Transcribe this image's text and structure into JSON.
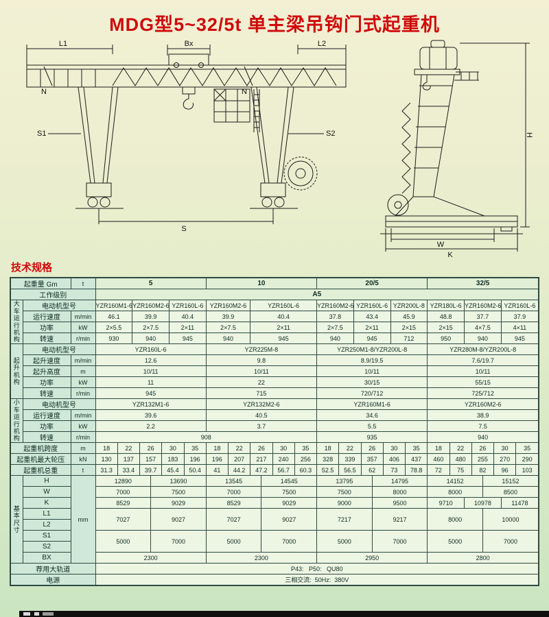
{
  "page": {
    "title": "MDG型5~32/5t 单主梁吊钩门式起重机",
    "section_title": "技术规格"
  },
  "drawing": {
    "labels": {
      "l1": "L1",
      "bx": "Bx",
      "l2": "L2",
      "n": "N",
      "s1": "S1",
      "s2": "S2",
      "s": "S",
      "h": "H",
      "w": "W",
      "k": "K"
    }
  },
  "table": {
    "left_col_widths": [
      18,
      70,
      36
    ],
    "unit_columns": 120,
    "rows": [
      [
        {
          "t": "起重量 Gm",
          "c": 2,
          "k": "l"
        },
        {
          "t": "t",
          "k": "u"
        },
        {
          "t": "5",
          "c": 30,
          "k": "h"
        },
        {
          "t": "10",
          "c": 30,
          "k": "h"
        },
        {
          "t": "20/5",
          "c": 30,
          "k": "h"
        },
        {
          "t": "32/5",
          "c": 30,
          "k": "h"
        }
      ],
      [
        {
          "t": "工作级别",
          "c": 3,
          "k": "l"
        },
        {
          "t": "A5",
          "c": 120,
          "k": "h"
        }
      ],
      [
        {
          "t": "大车运行机构",
          "r": 4,
          "k": "g"
        },
        {
          "t": "电动机型号",
          "c": 2,
          "k": "l"
        },
        {
          "t": "YZR160M1-6",
          "c": 10
        },
        {
          "t": "YZR160M2-6",
          "c": 10
        },
        {
          "t": "YZR160L-6",
          "c": 10
        },
        {
          "t": "YZR160M2-6",
          "c": 12
        },
        {
          "t": "YZR160L-6",
          "c": 18
        },
        {
          "t": "YZR160M2-6",
          "c": 10
        },
        {
          "t": "YZR160L-6",
          "c": 10
        },
        {
          "t": "YZR200L-8",
          "c": 10
        },
        {
          "t": "YZR180L-6",
          "c": 10
        },
        {
          "t": "YZR160M2-6",
          "c": 10
        },
        {
          "t": "YZR160L-6",
          "c": 10
        }
      ],
      [
        {
          "t": "运行速度",
          "k": "l"
        },
        {
          "t": "m/min",
          "k": "u"
        },
        {
          "t": "46.1",
          "c": 10
        },
        {
          "t": "39.9",
          "c": 10
        },
        {
          "t": "40.4",
          "c": 10
        },
        {
          "t": "39.9",
          "c": 12
        },
        {
          "t": "40.4",
          "c": 18
        },
        {
          "t": "37.8",
          "c": 10
        },
        {
          "t": "43.4",
          "c": 10
        },
        {
          "t": "45.9",
          "c": 10
        },
        {
          "t": "48.8",
          "c": 10
        },
        {
          "t": "37.7",
          "c": 10
        },
        {
          "t": "37.9",
          "c": 10
        }
      ],
      [
        {
          "t": "功率",
          "k": "l"
        },
        {
          "t": "kW",
          "k": "u"
        },
        {
          "t": "2×5.5",
          "c": 10
        },
        {
          "t": "2×7.5",
          "c": 10
        },
        {
          "t": "2×11",
          "c": 10
        },
        {
          "t": "2×7.5",
          "c": 12
        },
        {
          "t": "2×11",
          "c": 18
        },
        {
          "t": "2×7.5",
          "c": 10
        },
        {
          "t": "2×11",
          "c": 10
        },
        {
          "t": "2×15",
          "c": 10
        },
        {
          "t": "2×15",
          "c": 10
        },
        {
          "t": "4×7.5",
          "c": 10
        },
        {
          "t": "4×11",
          "c": 10
        }
      ],
      [
        {
          "t": "转速",
          "k": "l"
        },
        {
          "t": "r/min",
          "k": "u"
        },
        {
          "t": "930",
          "c": 10
        },
        {
          "t": "940",
          "c": 10
        },
        {
          "t": "945",
          "c": 10
        },
        {
          "t": "940",
          "c": 12
        },
        {
          "t": "945",
          "c": 18
        },
        {
          "t": "940",
          "c": 10
        },
        {
          "t": "945",
          "c": 10
        },
        {
          "t": "712",
          "c": 10
        },
        {
          "t": "950",
          "c": 10
        },
        {
          "t": "940",
          "c": 10
        },
        {
          "t": "945",
          "c": 10
        }
      ],
      [
        {
          "t": "起升机构",
          "r": 5,
          "k": "g"
        },
        {
          "t": "电动机型号",
          "c": 2,
          "k": "l"
        },
        {
          "t": "YZR160L-6",
          "c": 30
        },
        {
          "t": "YZR225M-8",
          "c": 30
        },
        {
          "t": "YZR250M1-8/YZR200L-8",
          "c": 30
        },
        {
          "t": "YZR280M-8/YZR200L-8",
          "c": 30
        }
      ],
      [
        {
          "t": "起升速度",
          "k": "l"
        },
        {
          "t": "m/min",
          "k": "u"
        },
        {
          "t": "12.6",
          "c": 30
        },
        {
          "t": "9.8",
          "c": 30
        },
        {
          "t": "8.9/19.5",
          "c": 30
        },
        {
          "t": "7.6/19.7",
          "c": 30
        }
      ],
      [
        {
          "t": "起升高度",
          "k": "l"
        },
        {
          "t": "m",
          "k": "u"
        },
        {
          "t": "10/11",
          "c": 30
        },
        {
          "t": "10/11",
          "c": 30
        },
        {
          "t": "10/11",
          "c": 30
        },
        {
          "t": "10/11",
          "c": 30
        }
      ],
      [
        {
          "t": "功率",
          "k": "l"
        },
        {
          "t": "kW",
          "k": "u"
        },
        {
          "t": "11",
          "c": 30
        },
        {
          "t": "22",
          "c": 30
        },
        {
          "t": "30/15",
          "c": 30
        },
        {
          "t": "55/15",
          "c": 30
        }
      ],
      [
        {
          "t": "转速",
          "k": "l"
        },
        {
          "t": "r/min",
          "k": "u"
        },
        {
          "t": "945",
          "c": 30
        },
        {
          "t": "715",
          "c": 30
        },
        {
          "t": "720/712",
          "c": 30
        },
        {
          "t": "725/712",
          "c": 30
        }
      ],
      [
        {
          "t": "小车运行机构",
          "r": 4,
          "k": "g"
        },
        {
          "t": "电动机型号",
          "c": 2,
          "k": "l"
        },
        {
          "t": "YZR132M1-6",
          "c": 30
        },
        {
          "t": "YZR132M2-6",
          "c": 30
        },
        {
          "t": "YZR160M1-6",
          "c": 30
        },
        {
          "t": "YZR160M2-6",
          "c": 30
        }
      ],
      [
        {
          "t": "运行速度",
          "k": "l"
        },
        {
          "t": "m/min",
          "k": "u"
        },
        {
          "t": "39.6",
          "c": 30
        },
        {
          "t": "40.5",
          "c": 30
        },
        {
          "t": "34.6",
          "c": 30
        },
        {
          "t": "38.9",
          "c": 30
        }
      ],
      [
        {
          "t": "功率",
          "k": "l"
        },
        {
          "t": "kW",
          "k": "u"
        },
        {
          "t": "2.2",
          "c": 30
        },
        {
          "t": "3.7",
          "c": 30
        },
        {
          "t": "5.5",
          "c": 30
        },
        {
          "t": "7.5",
          "c": 30
        }
      ],
      [
        {
          "t": "转速",
          "k": "l"
        },
        {
          "t": "r/min",
          "k": "u"
        },
        {
          "t": "908",
          "c": 60
        },
        {
          "t": "935",
          "c": 30
        },
        {
          "t": "940",
          "c": 30
        }
      ],
      [
        {
          "t": "起重机跨度",
          "c": 2,
          "k": "l"
        },
        {
          "t": "m",
          "k": "u"
        },
        {
          "t": "18",
          "c": 6
        },
        {
          "t": "22",
          "c": 6
        },
        {
          "t": "26",
          "c": 6
        },
        {
          "t": "30",
          "c": 6
        },
        {
          "t": "35",
          "c": 6
        },
        {
          "t": "18",
          "c": 6
        },
        {
          "t": "22",
          "c": 6
        },
        {
          "t": "26",
          "c": 6
        },
        {
          "t": "30",
          "c": 6
        },
        {
          "t": "35",
          "c": 6
        },
        {
          "t": "18",
          "c": 6
        },
        {
          "t": "22",
          "c": 6
        },
        {
          "t": "26",
          "c": 6
        },
        {
          "t": "30",
          "c": 6
        },
        {
          "t": "35",
          "c": 6
        },
        {
          "t": "18",
          "c": 6
        },
        {
          "t": "22",
          "c": 6
        },
        {
          "t": "26",
          "c": 6
        },
        {
          "t": "30",
          "c": 6
        },
        {
          "t": "35",
          "c": 6
        }
      ],
      [
        {
          "t": "起重机最大轮压",
          "c": 2,
          "k": "l"
        },
        {
          "t": "kN",
          "k": "u"
        },
        {
          "t": "130",
          "c": 6
        },
        {
          "t": "137",
          "c": 6
        },
        {
          "t": "157",
          "c": 6
        },
        {
          "t": "183",
          "c": 6
        },
        {
          "t": "196",
          "c": 6
        },
        {
          "t": "196",
          "c": 6
        },
        {
          "t": "207",
          "c": 6
        },
        {
          "t": "217",
          "c": 6
        },
        {
          "t": "240",
          "c": 6
        },
        {
          "t": "256",
          "c": 6
        },
        {
          "t": "328",
          "c": 6
        },
        {
          "t": "339",
          "c": 6
        },
        {
          "t": "357",
          "c": 6
        },
        {
          "t": "406",
          "c": 6
        },
        {
          "t": "437",
          "c": 6
        },
        {
          "t": "460",
          "c": 6
        },
        {
          "t": "480",
          "c": 6
        },
        {
          "t": "255",
          "c": 6
        },
        {
          "t": "270",
          "c": 6
        },
        {
          "t": "290",
          "c": 6
        }
      ],
      [
        {
          "t": "起重机总重",
          "c": 2,
          "k": "l"
        },
        {
          "t": "t",
          "k": "u"
        },
        {
          "t": "31.3",
          "c": 6
        },
        {
          "t": "33.4",
          "c": 6
        },
        {
          "t": "39.7",
          "c": 6
        },
        {
          "t": "45.4",
          "c": 6
        },
        {
          "t": "50.4",
          "c": 6
        },
        {
          "t": "41",
          "c": 6
        },
        {
          "t": "44.2",
          "c": 6
        },
        {
          "t": "47.2",
          "c": 6
        },
        {
          "t": "56.7",
          "c": 6
        },
        {
          "t": "60.3",
          "c": 6
        },
        {
          "t": "52.5",
          "c": 6
        },
        {
          "t": "56.5",
          "c": 6
        },
        {
          "t": "62",
          "c": 6
        },
        {
          "t": "73",
          "c": 6
        },
        {
          "t": "78.8",
          "c": 6
        },
        {
          "t": "72",
          "c": 6
        },
        {
          "t": "75",
          "c": 6
        },
        {
          "t": "82",
          "c": 6
        },
        {
          "t": "96",
          "c": 6
        },
        {
          "t": "103",
          "c": 6
        }
      ],
      [
        {
          "t": "基本尺寸",
          "r": 8,
          "k": "g"
        },
        {
          "t": "H",
          "k": "l"
        },
        {
          "t": "mm",
          "r": 8,
          "k": "u"
        },
        {
          "t": "12890",
          "c": 15
        },
        {
          "t": "13690",
          "c": 15
        },
        {
          "t": "13545",
          "c": 15
        },
        {
          "t": "14545",
          "c": 15
        },
        {
          "t": "13795",
          "c": 15
        },
        {
          "t": "14795",
          "c": 15
        },
        {
          "t": "14152",
          "c": 15
        },
        {
          "t": "15152",
          "c": 15
        }
      ],
      [
        {
          "t": "W",
          "k": "l"
        },
        {
          "t": "7000",
          "c": 15
        },
        {
          "t": "7500",
          "c": 15
        },
        {
          "t": "7000",
          "c": 15
        },
        {
          "t": "7500",
          "c": 15
        },
        {
          "t": "7500",
          "c": 15
        },
        {
          "t": "8000",
          "c": 15
        },
        {
          "t": "8000",
          "c": 15
        },
        {
          "t": "8500",
          "c": 15
        }
      ],
      [
        {
          "t": "K",
          "k": "l"
        },
        {
          "t": "8529",
          "c": 15
        },
        {
          "t": "9029",
          "c": 15
        },
        {
          "t": "8529",
          "c": 15
        },
        {
          "t": "9029",
          "c": 15
        },
        {
          "t": "9000",
          "c": 15
        },
        {
          "t": "9500",
          "c": 15
        },
        {
          "t": "9710",
          "c": 10
        },
        {
          "t": "10978",
          "c": 10
        },
        {
          "t": "11478",
          "c": 10
        }
      ],
      [
        {
          "t": "L1",
          "k": "l"
        },
        {
          "t": "7027",
          "c": 15,
          "r": 2
        },
        {
          "t": "9027",
          "c": 15,
          "r": 2
        },
        {
          "t": "7027",
          "c": 15,
          "r": 2
        },
        {
          "t": "9027",
          "c": 15,
          "r": 2
        },
        {
          "t": "7217",
          "c": 15,
          "r": 2
        },
        {
          "t": "9217",
          "c": 15,
          "r": 2
        },
        {
          "t": "8000",
          "c": 15,
          "r": 2
        },
        {
          "t": "10000",
          "c": 15,
          "r": 2
        }
      ],
      [
        {
          "t": "L2",
          "k": "l"
        }
      ],
      [
        {
          "t": "S1",
          "k": "l"
        },
        {
          "t": "5000",
          "c": 15,
          "r": 2
        },
        {
          "t": "7000",
          "c": 15,
          "r": 2
        },
        {
          "t": "5000",
          "c": 15,
          "r": 2
        },
        {
          "t": "7000",
          "c": 15,
          "r": 2
        },
        {
          "t": "5000",
          "c": 15,
          "r": 2
        },
        {
          "t": "7000",
          "c": 15,
          "r": 2
        },
        {
          "t": "5000",
          "c": 15,
          "r": 2
        },
        {
          "t": "7000",
          "c": 15,
          "r": 2
        }
      ],
      [
        {
          "t": "S2",
          "k": "l"
        }
      ],
      [
        {
          "t": "BX",
          "k": "l"
        },
        {
          "t": "2300",
          "c": 30
        },
        {
          "t": "2300",
          "c": 30
        },
        {
          "t": "2950",
          "c": 30
        },
        {
          "t": "2800",
          "c": 30
        }
      ],
      [
        {
          "t": "荐用大轨道",
          "c": 3,
          "k": "l"
        },
        {
          "t": "P43:   P50:   QU80",
          "c": 120
        }
      ],
      [
        {
          "t": "电源",
          "c": 3,
          "k": "l"
        },
        {
          "t": "三相交流:  50Hz:  380V",
          "c": 120
        }
      ]
    ]
  }
}
